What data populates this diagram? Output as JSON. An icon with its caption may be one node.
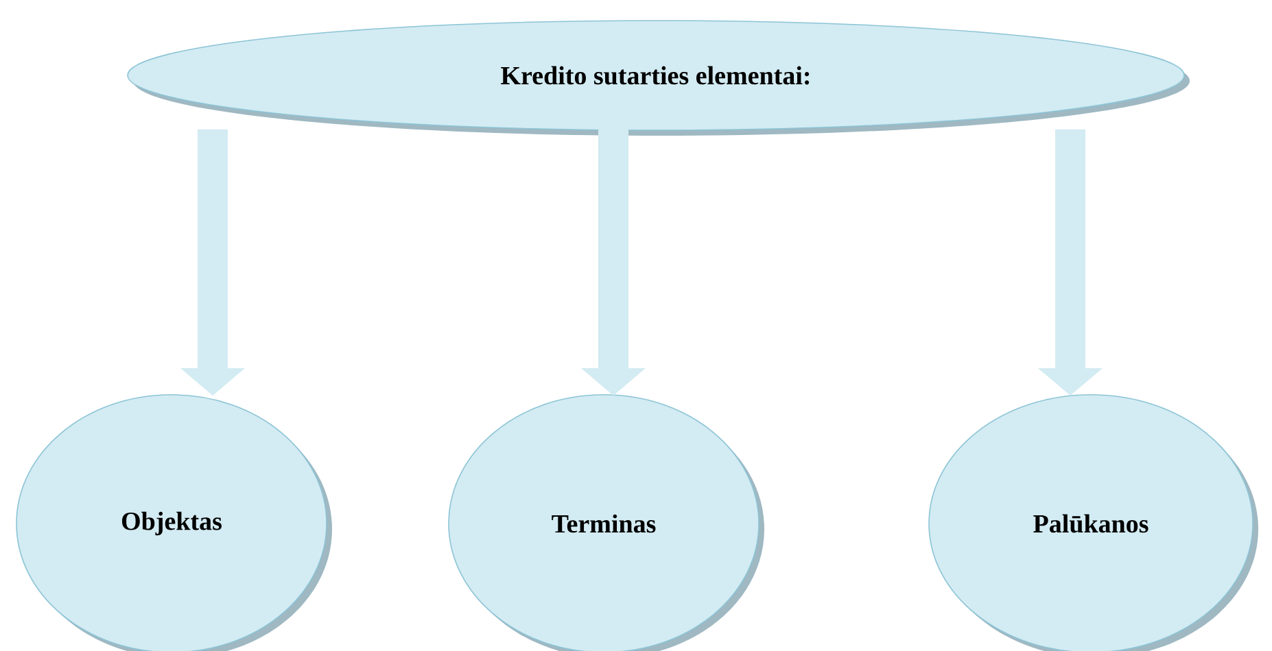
{
  "diagram": {
    "nodes": [
      {
        "text": [
          "Kredito sutarties elementai:"
        ]
      },
      {
        "text": [
          "Objektas"
        ]
      },
      {
        "text": [
          "Terminas"
        ]
      },
      {
        "text": [
          "Palūkanos"
        ]
      }
    ],
    "edges": [
      {
        "from": 0,
        "to": 1,
        "arrow": "to"
      },
      {
        "from": 0,
        "to": 2,
        "arrow": "to"
      },
      {
        "from": 0,
        "to": 3,
        "arrow": "to"
      }
    ]
  }
}
